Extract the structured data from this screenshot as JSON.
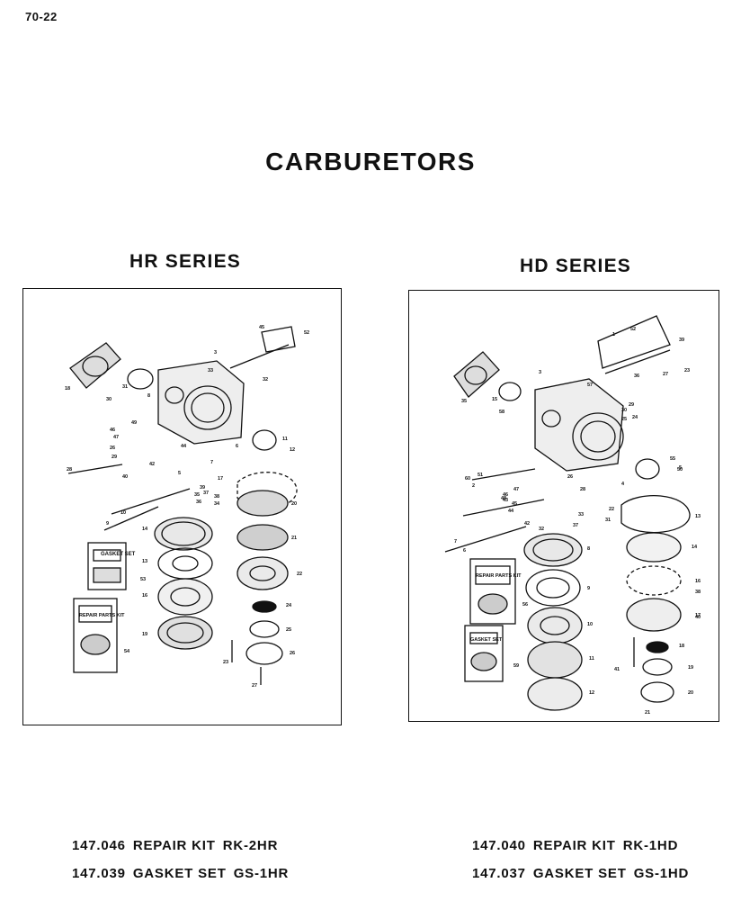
{
  "page": {
    "number": "70-22",
    "title": "CARBURETORS"
  },
  "hr_series": {
    "heading": "HR SERIES",
    "kit_cards": [
      "GASKET SET",
      "REPAIR PARTS KIT"
    ],
    "callouts": [
      "3",
      "32",
      "45",
      "52",
      "18",
      "30",
      "31",
      "33",
      "49",
      "46",
      "47",
      "44",
      "26",
      "29",
      "11",
      "12",
      "28",
      "40",
      "42",
      "6",
      "5",
      "7",
      "17",
      "8",
      "9",
      "10",
      "14",
      "13",
      "16",
      "19",
      "20",
      "21",
      "22",
      "24",
      "25",
      "26",
      "27",
      "23",
      "34",
      "35",
      "36",
      "37",
      "38",
      "39",
      "53",
      "54"
    ],
    "kits": [
      {
        "number": "147.046",
        "type": "REPAIR KIT",
        "code": "RK-2HR"
      },
      {
        "number": "147.039",
        "type": "GASKET SET",
        "code": "GS-1HR"
      }
    ]
  },
  "hd_series": {
    "heading": "HD SERIES",
    "kit_cards": [
      "REPAIR PARTS KIT",
      "GASKET SET"
    ],
    "callouts": [
      "1",
      "52",
      "39",
      "3",
      "23",
      "27",
      "36",
      "35",
      "15",
      "58",
      "57",
      "29",
      "30",
      "24",
      "25",
      "26",
      "28",
      "50",
      "51",
      "55",
      "60",
      "2",
      "4",
      "5",
      "6",
      "7",
      "8",
      "9",
      "10",
      "11",
      "12",
      "13",
      "14",
      "16",
      "17",
      "18",
      "19",
      "20",
      "21",
      "22",
      "31",
      "32",
      "33",
      "37",
      "38",
      "40",
      "41",
      "42",
      "43",
      "44",
      "45",
      "46",
      "47",
      "48",
      "56",
      "59"
    ],
    "kits": [
      {
        "number": "147.040",
        "type": "REPAIR KIT",
        "code": "RK-1HD"
      },
      {
        "number": "147.037",
        "type": "GASKET SET",
        "code": "GS-1HD"
      }
    ]
  }
}
